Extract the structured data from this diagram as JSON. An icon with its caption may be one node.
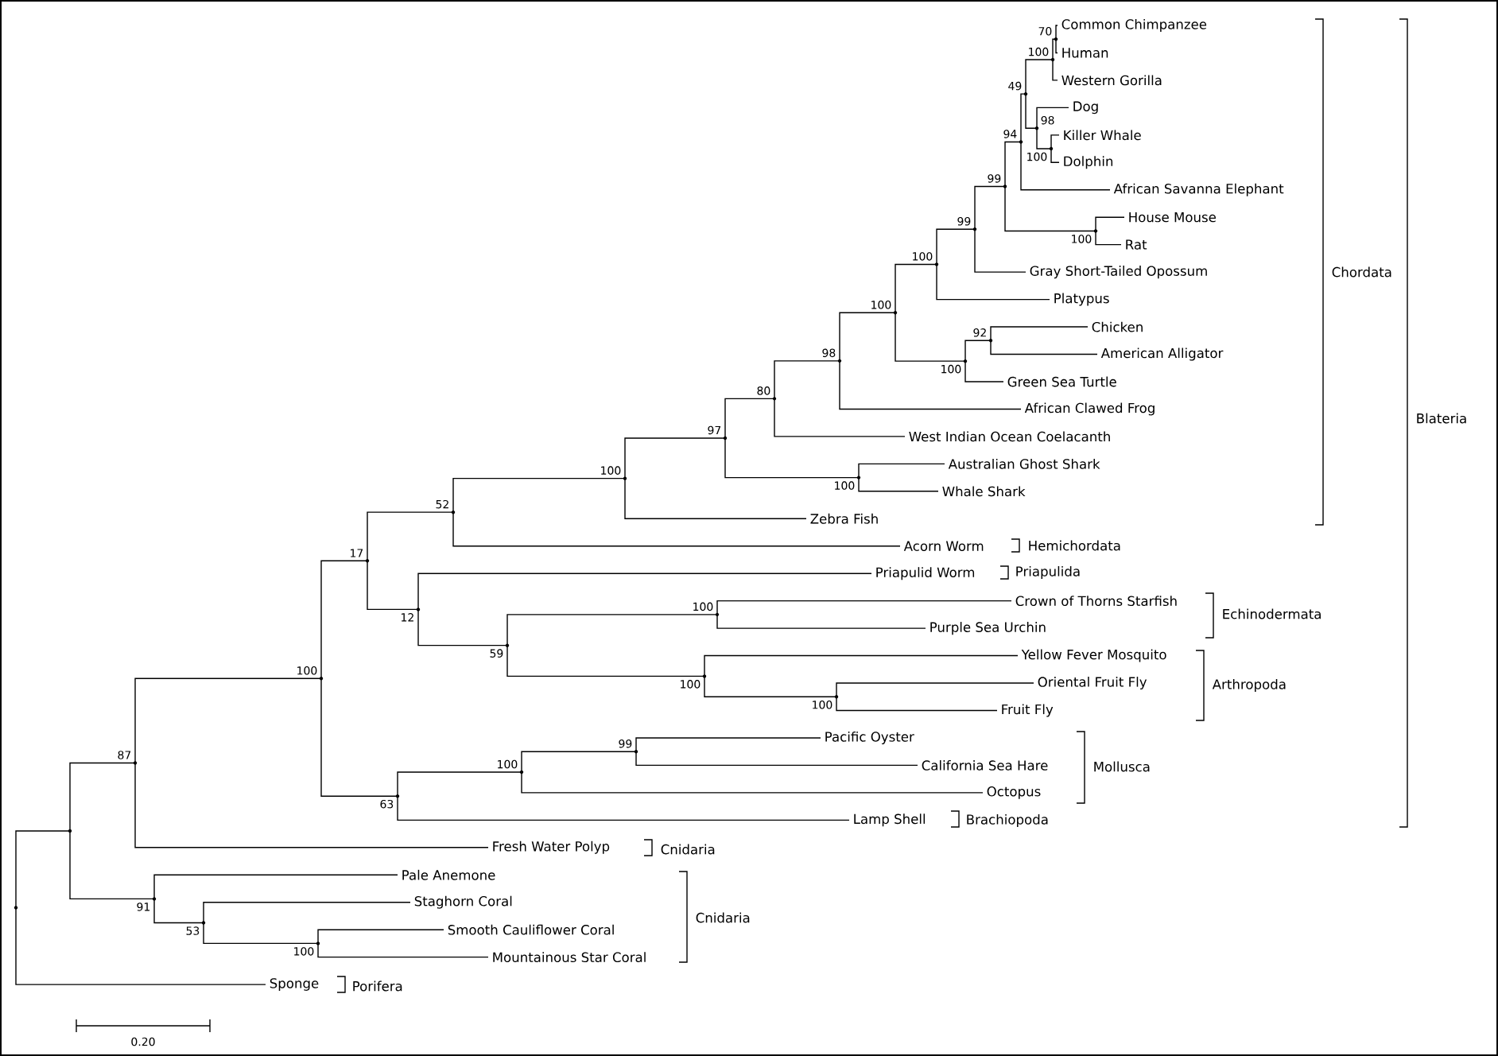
{
  "diagram": {
    "nodes": [
      {
        "text": [
          "Common Chimpanzee"
        ]
      },
      {
        "text": [
          "Human"
        ]
      },
      {
        "text": [
          "Western Gorilla"
        ]
      },
      {
        "text": [
          "Dog"
        ]
      },
      {
        "text": [
          "Killer Whale"
        ]
      },
      {
        "text": [
          "Dolphin"
        ]
      },
      {
        "text": [
          "African Savanna Elephant"
        ]
      },
      {
        "text": [
          "House Mouse"
        ]
      },
      {
        "text": [
          "Rat"
        ]
      },
      {
        "text": [
          "Gray Short-Tailed Opossum"
        ]
      },
      {
        "text": [
          "Platypus"
        ]
      },
      {
        "text": [
          "Chicken"
        ]
      },
      {
        "text": [
          "American Alligator"
        ]
      },
      {
        "text": [
          "Green Sea Turtle"
        ]
      },
      {
        "text": [
          "African Clawed Frog"
        ]
      },
      {
        "text": [
          "West Indian Ocean Coelacanth"
        ]
      },
      {
        "text": [
          "Australian Ghost Shark"
        ]
      },
      {
        "text": [
          "Whale Shark"
        ]
      },
      {
        "text": [
          "Zebra Fish"
        ]
      },
      {
        "text": [
          "Acorn Worm"
        ]
      },
      {
        "text": [
          "Priapulid Worm"
        ]
      },
      {
        "text": [
          "Crown of Thorns Starfish"
        ]
      },
      {
        "text": [
          "Purple Sea Urchin"
        ]
      },
      {
        "text": [
          "Yellow Fever Mosquito"
        ]
      },
      {
        "text": [
          "Oriental Fruit Fly"
        ]
      },
      {
        "text": [
          "Fruit Fly"
        ]
      },
      {
        "text": [
          "Pacific Oyster"
        ]
      },
      {
        "text": [
          "California Sea Hare"
        ]
      },
      {
        "text": [
          "Octopus"
        ]
      },
      {
        "text": [
          "Lamp Shell"
        ]
      },
      {
        "text": [
          "Fresh Water Polyp"
        ]
      },
      {
        "text": [
          "Pale Anemone"
        ]
      },
      {
        "text": [
          "Staghorn Coral"
        ]
      },
      {
        "text": [
          "Smooth Cauliflower Coral"
        ]
      },
      {
        "text": [
          "Mountainous Star Coral"
        ]
      },
      {
        "text": [
          "Sponge"
        ]
      },
      {
        "text": [],
        "shape": "point",
        "beside": [
          "70"
        ]
      },
      {
        "text": [],
        "shape": "point",
        "beside": [
          "100"
        ]
      },
      {
        "text": [],
        "shape": "point",
        "beside": [
          "100"
        ]
      },
      {
        "text": [],
        "shape": "point",
        "beside": [
          "98"
        ]
      },
      {
        "text": [],
        "shape": "point",
        "beside": [
          "49"
        ]
      },
      {
        "text": [],
        "shape": "point",
        "beside": [
          "94"
        ]
      },
      {
        "text": [],
        "shape": "point",
        "beside": [
          "100"
        ]
      },
      {
        "text": [],
        "shape": "point",
        "beside": [
          "99"
        ]
      },
      {
        "text": [],
        "shape": "point",
        "beside": [
          "99"
        ]
      },
      {
        "text": [],
        "shape": "point",
        "beside": [
          "100"
        ]
      },
      {
        "text": [],
        "shape": "point",
        "beside": [
          "92"
        ]
      },
      {
        "text": [],
        "shape": "point",
        "beside": [
          "100"
        ]
      },
      {
        "text": [],
        "shape": "point",
        "beside": [
          "100"
        ]
      },
      {
        "text": [],
        "shape": "point",
        "beside": [
          "98"
        ]
      },
      {
        "text": [],
        "shape": "point",
        "beside": [
          "80"
        ]
      },
      {
        "text": [],
        "shape": "point",
        "beside": [
          "100"
        ]
      },
      {
        "text": [],
        "shape": "point",
        "beside": [
          "97"
        ]
      },
      {
        "text": [],
        "shape": "point",
        "beside": [
          "100"
        ]
      },
      {
        "text": [],
        "shape": "point",
        "beside": [
          "52"
        ]
      },
      {
        "text": [],
        "shape": "point",
        "beside": [
          "100"
        ]
      },
      {
        "text": [],
        "shape": "point",
        "beside": [
          "100"
        ]
      },
      {
        "text": [],
        "shape": "point",
        "beside": [
          "100"
        ]
      },
      {
        "text": [],
        "shape": "point",
        "beside": [
          "59"
        ]
      },
      {
        "text": [],
        "shape": "point",
        "beside": [
          "12"
        ]
      },
      {
        "text": [],
        "shape": "point",
        "beside": [
          "17"
        ]
      },
      {
        "text": [],
        "shape": "point",
        "beside": [
          "99"
        ]
      },
      {
        "text": [],
        "shape": "point",
        "beside": [
          "100"
        ]
      },
      {
        "text": [],
        "shape": "point",
        "beside": [
          "63"
        ]
      },
      {
        "text": [],
        "shape": "point",
        "beside": [
          "100"
        ]
      },
      {
        "text": [],
        "shape": "point",
        "beside": [
          "87"
        ]
      },
      {
        "text": [],
        "shape": "point",
        "beside": [
          "100"
        ]
      },
      {
        "text": [],
        "shape": "point",
        "beside": [
          "53"
        ]
      },
      {
        "text": [],
        "shape": "point",
        "beside": [
          "91"
        ]
      },
      {
        "text": [],
        "shape": "point"
      },
      {
        "text": [],
        "shape": "point"
      }
    ],
    "edges": [
      {
        "from": 36,
        "to": 0,
        "arrow": "none"
      },
      {
        "from": 36,
        "to": 1,
        "arrow": "none"
      },
      {
        "from": 37,
        "to": 36,
        "arrow": "none"
      },
      {
        "from": 37,
        "to": 2,
        "arrow": "none"
      },
      {
        "from": 38,
        "to": 4,
        "arrow": "none"
      },
      {
        "from": 38,
        "to": 5,
        "arrow": "none"
      },
      {
        "from": 39,
        "to": 3,
        "arrow": "none"
      },
      {
        "from": 39,
        "to": 38,
        "arrow": "none"
      },
      {
        "from": 40,
        "to": 37,
        "arrow": "none"
      },
      {
        "from": 40,
        "to": 39,
        "arrow": "none"
      },
      {
        "from": 41,
        "to": 40,
        "arrow": "none"
      },
      {
        "from": 41,
        "to": 6,
        "arrow": "none"
      },
      {
        "from": 42,
        "to": 7,
        "arrow": "none"
      },
      {
        "from": 42,
        "to": 8,
        "arrow": "none"
      },
      {
        "from": 43,
        "to": 41,
        "arrow": "none"
      },
      {
        "from": 43,
        "to": 42,
        "arrow": "none"
      },
      {
        "from": 44,
        "to": 43,
        "arrow": "none"
      },
      {
        "from": 44,
        "to": 9,
        "arrow": "none"
      },
      {
        "from": 45,
        "to": 44,
        "arrow": "none"
      },
      {
        "from": 45,
        "to": 10,
        "arrow": "none"
      },
      {
        "from": 46,
        "to": 11,
        "arrow": "none"
      },
      {
        "from": 46,
        "to": 12,
        "arrow": "none"
      },
      {
        "from": 47,
        "to": 46,
        "arrow": "none"
      },
      {
        "from": 47,
        "to": 13,
        "arrow": "none"
      },
      {
        "from": 48,
        "to": 45,
        "arrow": "none"
      },
      {
        "from": 48,
        "to": 47,
        "arrow": "none"
      },
      {
        "from": 49,
        "to": 48,
        "arrow": "none"
      },
      {
        "from": 49,
        "to": 14,
        "arrow": "none"
      },
      {
        "from": 50,
        "to": 49,
        "arrow": "none"
      },
      {
        "from": 50,
        "to": 15,
        "arrow": "none"
      },
      {
        "from": 51,
        "to": 16,
        "arrow": "none"
      },
      {
        "from": 51,
        "to": 17,
        "arrow": "none"
      },
      {
        "from": 52,
        "to": 50,
        "arrow": "none"
      },
      {
        "from": 52,
        "to": 51,
        "arrow": "none"
      },
      {
        "from": 53,
        "to": 52,
        "arrow": "none"
      },
      {
        "from": 53,
        "to": 18,
        "arrow": "none"
      },
      {
        "from": 54,
        "to": 53,
        "arrow": "none"
      },
      {
        "from": 54,
        "to": 19,
        "arrow": "none"
      },
      {
        "from": 55,
        "to": 21,
        "arrow": "none"
      },
      {
        "from": 55,
        "to": 22,
        "arrow": "none"
      },
      {
        "from": 56,
        "to": 24,
        "arrow": "none"
      },
      {
        "from": 56,
        "to": 25,
        "arrow": "none"
      },
      {
        "from": 57,
        "to": 23,
        "arrow": "none"
      },
      {
        "from": 57,
        "to": 56,
        "arrow": "none"
      },
      {
        "from": 58,
        "to": 55,
        "arrow": "none"
      },
      {
        "from": 58,
        "to": 57,
        "arrow": "none"
      },
      {
        "from": 59,
        "to": 20,
        "arrow": "none"
      },
      {
        "from": 59,
        "to": 58,
        "arrow": "none"
      },
      {
        "from": 60,
        "to": 54,
        "arrow": "none"
      },
      {
        "from": 60,
        "to": 59,
        "arrow": "none"
      },
      {
        "from": 61,
        "to": 26,
        "arrow": "none"
      },
      {
        "from": 61,
        "to": 27,
        "arrow": "none"
      },
      {
        "from": 62,
        "to": 61,
        "arrow": "none"
      },
      {
        "from": 62,
        "to": 28,
        "arrow": "none"
      },
      {
        "from": 63,
        "to": 62,
        "arrow": "none"
      },
      {
        "from": 63,
        "to": 29,
        "arrow": "none"
      },
      {
        "from": 64,
        "to": 60,
        "arrow": "none"
      },
      {
        "from": 64,
        "to": 63,
        "arrow": "none"
      },
      {
        "from": 65,
        "to": 64,
        "arrow": "none"
      },
      {
        "from": 65,
        "to": 30,
        "arrow": "none"
      },
      {
        "from": 66,
        "to": 33,
        "arrow": "none"
      },
      {
        "from": 66,
        "to": 34,
        "arrow": "none"
      },
      {
        "from": 67,
        "to": 32,
        "arrow": "none"
      },
      {
        "from": 67,
        "to": 66,
        "arrow": "none"
      },
      {
        "from": 68,
        "to": 31,
        "arrow": "none"
      },
      {
        "from": 68,
        "to": 67,
        "arrow": "none"
      },
      {
        "from": 69,
        "to": 65,
        "arrow": "none"
      },
      {
        "from": 69,
        "to": 68,
        "arrow": "none"
      },
      {
        "from": 70,
        "to": 69,
        "arrow": "none"
      },
      {
        "from": 70,
        "to": 35,
        "arrow": "none"
      }
    ],
    "labels": [
      "Chordata",
      "Blateria",
      "Hemichordata",
      "Priapulida",
      "Echinodermata",
      "Arthropoda",
      "Mollusca",
      "Brachiopoda",
      "Cnidaria",
      "Cnidaria",
      "Porifera",
      "0.20"
    ]
  }
}
